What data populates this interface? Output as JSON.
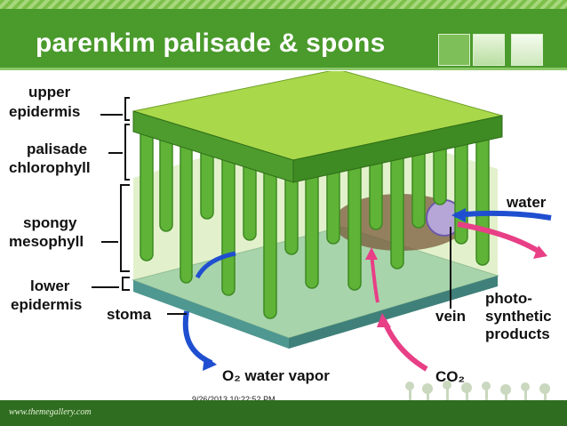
{
  "slide": {
    "title": "parenkim palisade & spons",
    "timestamp": "9/26/2013 10:22:52 PM",
    "footer_url": "www.themegallery.com"
  },
  "diagram": {
    "labels": {
      "upper_epidermis_1": "upper",
      "upper_epidermis_2": "epidermis",
      "palisade_1": "palisade",
      "palisade_2": "chlorophyll",
      "spongy_1": "spongy",
      "spongy_2": "mesophyll",
      "lower_epidermis_1": "lower",
      "lower_epidermis_2": "epidermis",
      "stoma": "stoma",
      "water_vapor": "O₂ water vapor",
      "co2": "CO₂",
      "vein": "vein",
      "water": "water",
      "photo_1": "photo-",
      "photo_2": "synthetic",
      "photo_3": "products"
    }
  },
  "colors": {
    "title_bar": "#4a9a2c",
    "palisade": "#62b33a",
    "upper_epidermis": "#9ad04a",
    "lower_epidermis": "#5fa9a3",
    "blue_arrow": "#1f4fd0",
    "pink_arrow": "#e83f86"
  }
}
